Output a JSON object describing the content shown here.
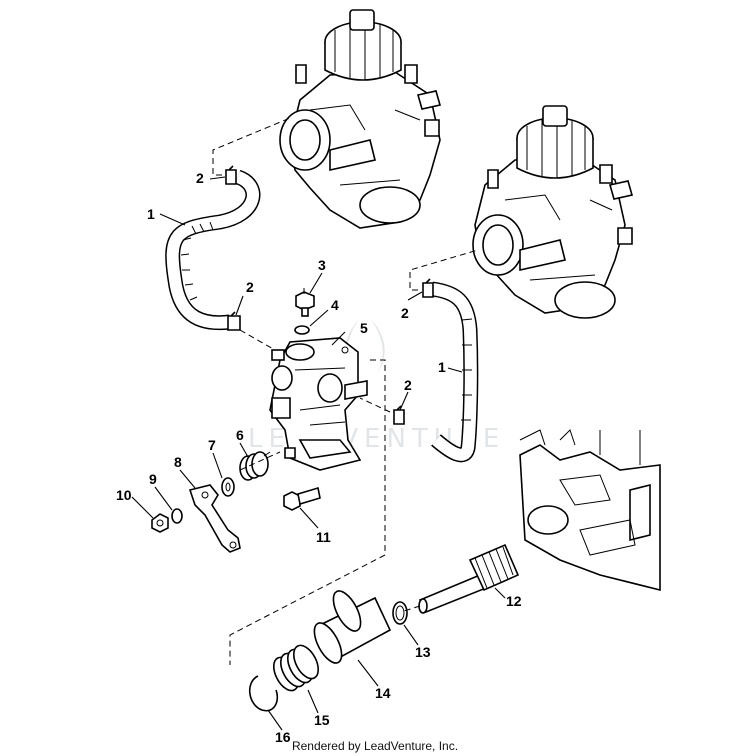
{
  "diagram": {
    "callouts": [
      "1",
      "2",
      "3",
      "4",
      "5",
      "6",
      "7",
      "8",
      "9",
      "10",
      "11",
      "12",
      "13",
      "14",
      "15",
      "16"
    ],
    "callout_repeat": {
      "hose_left": "1",
      "hose_right": "1",
      "clamp_a": "2",
      "clamp_b": "2",
      "clamp_c": "2",
      "clamp_d": "2"
    }
  },
  "watermark": {
    "text": "LEADVENTURE"
  },
  "footer": {
    "text": "Rendered by LeadVenture, Inc."
  }
}
